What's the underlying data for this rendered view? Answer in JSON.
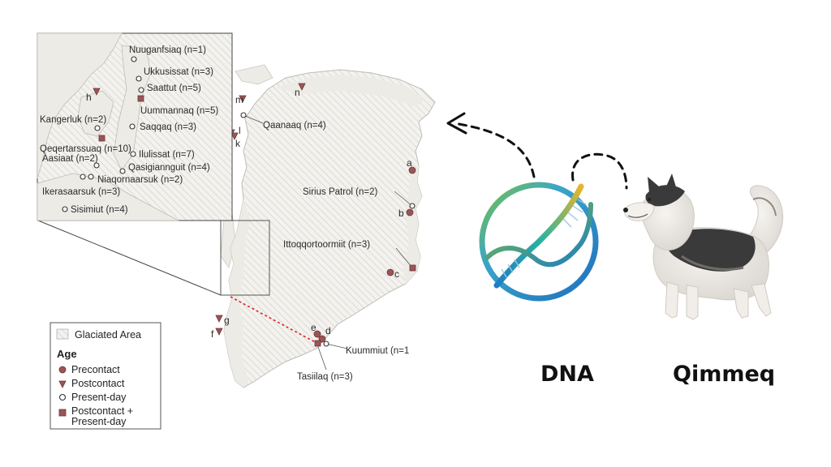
{
  "colors": {
    "marker": "#9a5556",
    "marker_stroke": "#6e3536",
    "land": "#ecebe6",
    "land_stroke": "#bdbcb5",
    "hatch": "#d6d5cf",
    "route": "#d02a2a",
    "dna_blue": "#1f7dc3",
    "dna_green": "#7cc242",
    "dna_yellow": "#e8b52c"
  },
  "inset_labels": [
    {
      "text": "Nuuganfsiaq (n=1)",
      "marker": "present"
    },
    {
      "text": "Ukkusissat (n=3)",
      "marker": "present"
    },
    {
      "text": "Saattut (n=5)",
      "marker": "present"
    },
    {
      "text": "Uummannaq (n=5)",
      "marker": "combined"
    },
    {
      "text": "Saqqaq (n=3)",
      "marker": "present"
    },
    {
      "text": "Kangerluk (n=2)",
      "marker": "present"
    },
    {
      "text": "Qeqertarssuaq (n=10)",
      "marker": "combined"
    },
    {
      "text": "Ilulissat (n=7)",
      "marker": "present"
    },
    {
      "text": "Aasiaat (n=2)",
      "marker": "present"
    },
    {
      "text": "Qasigiannguit (n=4)",
      "marker": "present"
    },
    {
      "text": "Niaqornaarsuk (n=2)",
      "marker": "present"
    },
    {
      "text": "Ikerasaarsuk (n=3)",
      "marker": "present"
    },
    {
      "text": "Sisimiut (n=4)",
      "marker": "present"
    },
    {
      "text": "h",
      "marker": "postcontact"
    }
  ],
  "map_labels": [
    {
      "text": "Qaanaaq (n=4)",
      "marker": "present"
    },
    {
      "text": "Sirius Patrol (n=2)",
      "marker": "present"
    },
    {
      "text": "Ittoqqortoormiit (n=3)",
      "marker": "combined"
    },
    {
      "text": "Kuummiut (n=1",
      "marker": "present"
    },
    {
      "text": "Tasiilaq (n=3)",
      "marker": "combined"
    }
  ],
  "site_letters": [
    {
      "text": "a",
      "marker": "precontact"
    },
    {
      "text": "b",
      "marker": "precontact"
    },
    {
      "text": "c",
      "marker": "precontact"
    },
    {
      "text": "d",
      "marker": "precontact"
    },
    {
      "text": "e",
      "marker": "precontact"
    },
    {
      "text": "f",
      "marker": "postcontact"
    },
    {
      "text": "g",
      "marker": "postcontact"
    },
    {
      "text": "k",
      "marker": "postcontact"
    },
    {
      "text": "l",
      "marker": "postcontact"
    },
    {
      "text": "m",
      "marker": "postcontact"
    },
    {
      "text": "n",
      "marker": "postcontact"
    }
  ],
  "legend": {
    "glaciated": "Glaciated Area",
    "title": "Age",
    "precontact": "Precontact",
    "postcontact": "Postcontact",
    "present": "Present-day",
    "combined_line1": "Postcontact +",
    "combined_line2": "Present-day"
  },
  "captions": {
    "dna": "DNA",
    "dog": "Qimmeq"
  }
}
